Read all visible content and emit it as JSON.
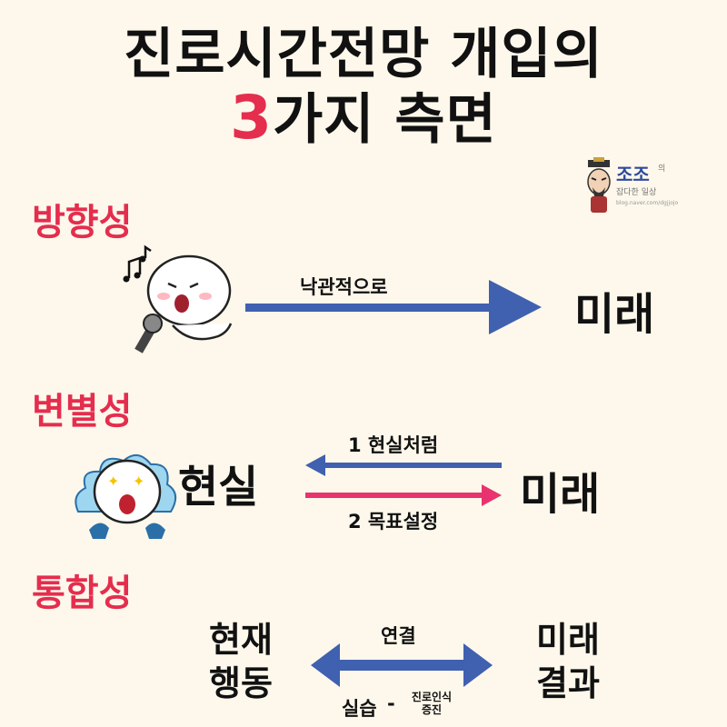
{
  "title": {
    "line1": "진로시간전망 개입의",
    "number": "3",
    "line2_rest": "가지 측면"
  },
  "watermark": {
    "name": "조조",
    "suffix": "의",
    "sub": "잡다한 일상",
    "url": "blog.naver.com/dgjjojo"
  },
  "sections": [
    {
      "title": "방향성",
      "arrow_label": "낙관적으로",
      "target": "미래"
    },
    {
      "title": "변별성",
      "left": "현실",
      "right": "미래",
      "top_label": "1 현실처럼",
      "bottom_label": "2 목표설정"
    },
    {
      "title": "통합성",
      "left_line1": "현재",
      "left_line2": "행동",
      "right_line1": "미래",
      "right_line2": "결과",
      "arrow_label": "연결",
      "bottom_main": "실습",
      "bottom_sep": "-",
      "bottom_sub1": "진로인식",
      "bottom_sub2": "증진"
    }
  ],
  "colors": {
    "accent": "#e52d4e",
    "arrow_blue": "#4060b0",
    "arrow_pink": "#e8336e",
    "background": "#fdf8eb"
  },
  "icons": [
    "singing-character-icon",
    "starry-eyed-character-icon",
    "watermark-avatar-icon",
    "music-notes-icon"
  ]
}
